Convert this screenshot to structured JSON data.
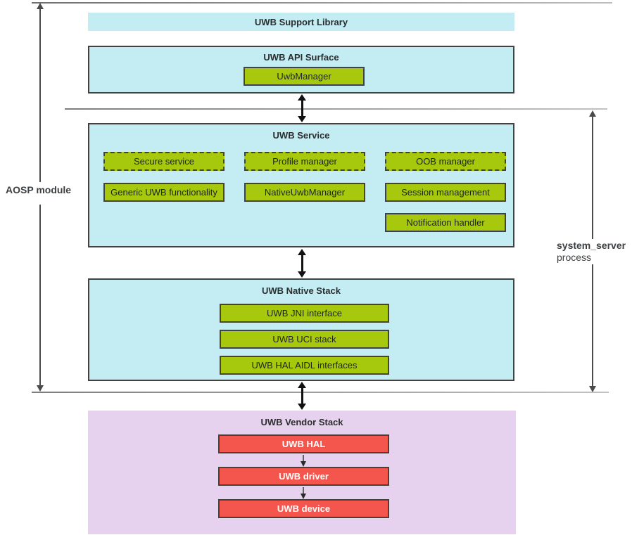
{
  "colors": {
    "cyan": "#c3edf3",
    "green": "#a6c90e",
    "red": "#f4564d",
    "purple": "#e6d1ee",
    "border": "#424242",
    "arrow": "#111111",
    "bracket": "#4a4a4a",
    "text": "#2b2d2e"
  },
  "side_labels": {
    "left": "AOSP module",
    "right_line1": "system_server",
    "right_line2": "process"
  },
  "support_library": {
    "title": "UWB Support Library"
  },
  "api_surface": {
    "title": "UWB API Surface",
    "manager": "UwbManager"
  },
  "service": {
    "title": "UWB Service",
    "dashed": [
      "Secure service",
      "Profile manager",
      "OOB manager"
    ],
    "solid": [
      "Generic UWB functionality",
      "NativeUwbManager",
      "Session management"
    ],
    "extra": "Notification handler"
  },
  "native_stack": {
    "title": "UWB Native Stack",
    "items": [
      "UWB JNI interface",
      "UWB UCI stack",
      "UWB HAL AIDL interfaces"
    ]
  },
  "vendor_stack": {
    "title": "UWB Vendor Stack",
    "items": [
      "UWB HAL",
      "UWB driver",
      "UWB device"
    ]
  }
}
